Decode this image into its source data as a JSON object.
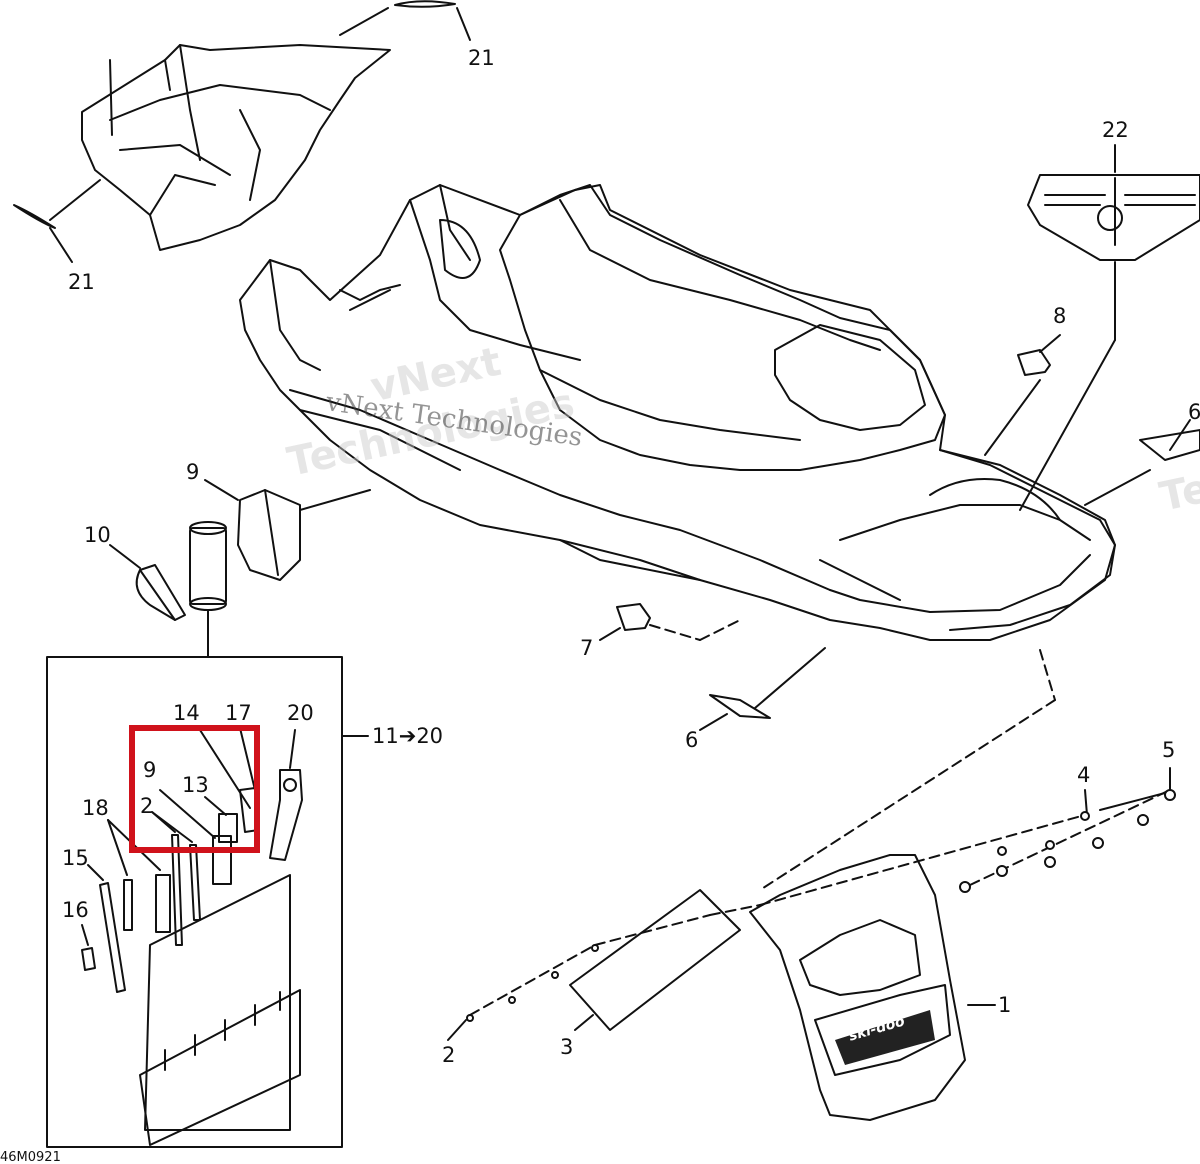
{
  "diagram": {
    "callouts": {
      "c21_top": "21",
      "c21_left": "21",
      "c22": "22",
      "c8": "8",
      "c6_right": "6",
      "c9_top": "9",
      "c10": "10",
      "c7": "7",
      "c6_bottom": "6",
      "c14": "14",
      "c17": "17",
      "c20": "20",
      "c11_20": "11➔20",
      "c9_kit": "9",
      "c13": "13",
      "c18": "18",
      "c2_kit": "2",
      "c15": "15",
      "c16": "16",
      "c4": "4",
      "c5": "5",
      "c1": "1",
      "c2_bottom": "2",
      "c3": "3"
    },
    "watermarks": {
      "small": "vNext Technologies",
      "big_1": "vNext",
      "big_2": "Technologies",
      "big_3": "Te"
    },
    "drawing_code": "46M0921",
    "decal_brand": "ski-doo",
    "highlight_color": "#d0121b"
  }
}
